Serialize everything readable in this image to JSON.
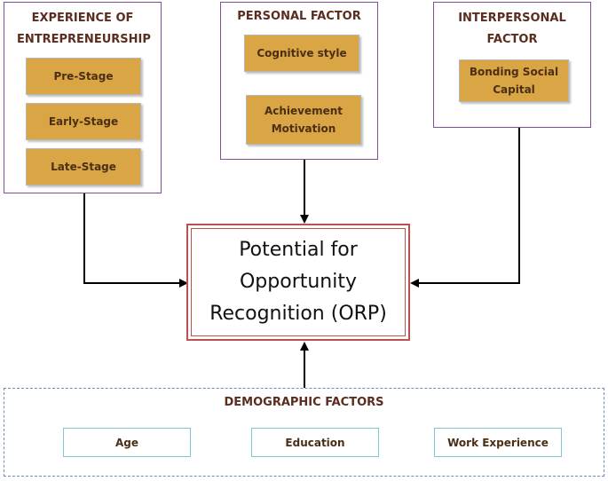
{
  "groups": {
    "experience": {
      "title": "EXPERIENCE OF ENTREPRENEURSHIP",
      "items": [
        "Pre-Stage",
        "Early-Stage",
        "Late-Stage"
      ]
    },
    "personal": {
      "title": "PERSONAL FACTOR",
      "items": [
        "Cognitive style",
        "Achievement Motivation"
      ]
    },
    "interpersonal": {
      "title": "INTERPERSONAL FACTOR",
      "items": [
        "Bonding Social Capital"
      ]
    }
  },
  "center": {
    "label": "Potential for Opportunity Recognition (ORP)"
  },
  "demographic": {
    "title": "DEMOGRAPHIC FACTORS",
    "items": [
      "Age",
      "Education",
      "Work Experience"
    ]
  },
  "colors": {
    "group_border": "#7f4f9a",
    "item_fill": "#d9a545",
    "center_border": "#c0504d",
    "demo_border": "#6b8cc4",
    "demo_item_border": "#7ec8d8"
  }
}
